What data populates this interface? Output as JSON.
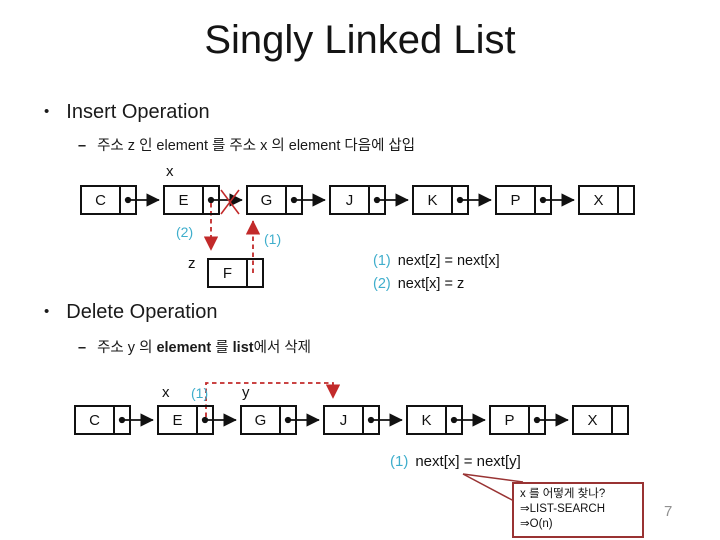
{
  "slide": {
    "title": "Singly Linked List",
    "page_number": "7"
  },
  "insert": {
    "marker": "•",
    "heading": "Insert Operation",
    "sub_marker": "–",
    "bullet": "주소 z 인 element 를 주소 x 의 element 다음에 삽입",
    "x_label": "x",
    "z_label": "z",
    "step1": "(1)",
    "step2": "(2)",
    "nodes": [
      "C",
      "E",
      "G",
      "J",
      "K",
      "P",
      "X"
    ],
    "new_node": "F",
    "eq1_num": "(1)",
    "eq1_text": "next[z] = next[x]",
    "eq2_num": "(2)",
    "eq2_text": "next[x] = z"
  },
  "delete": {
    "marker": "•",
    "heading": "Delete Operation",
    "sub_marker": "–",
    "bullet_pre": "주소 y 의 ",
    "bullet_bold1": "element",
    "bullet_mid": " 를 ",
    "bullet_bold2": "list",
    "bullet_post": "에서 삭제",
    "x_label": "x",
    "y_label": "y",
    "step1": "(1)",
    "nodes": [
      "C",
      "E",
      "G",
      "J",
      "K",
      "P",
      "X"
    ],
    "eq1_num": "(1)",
    "eq1_text": "next[x] = next[y]",
    "callout": {
      "line1": "x 를 어떻게 찾나?",
      "line2": "⇒LIST-SEARCH",
      "line3": "⇒O(n)"
    }
  },
  "colors": {
    "step_cyan": "#3FAECC",
    "pointer_red": "#C22A2A",
    "callout_border": "#993333",
    "page_number_gray": "#909090"
  }
}
